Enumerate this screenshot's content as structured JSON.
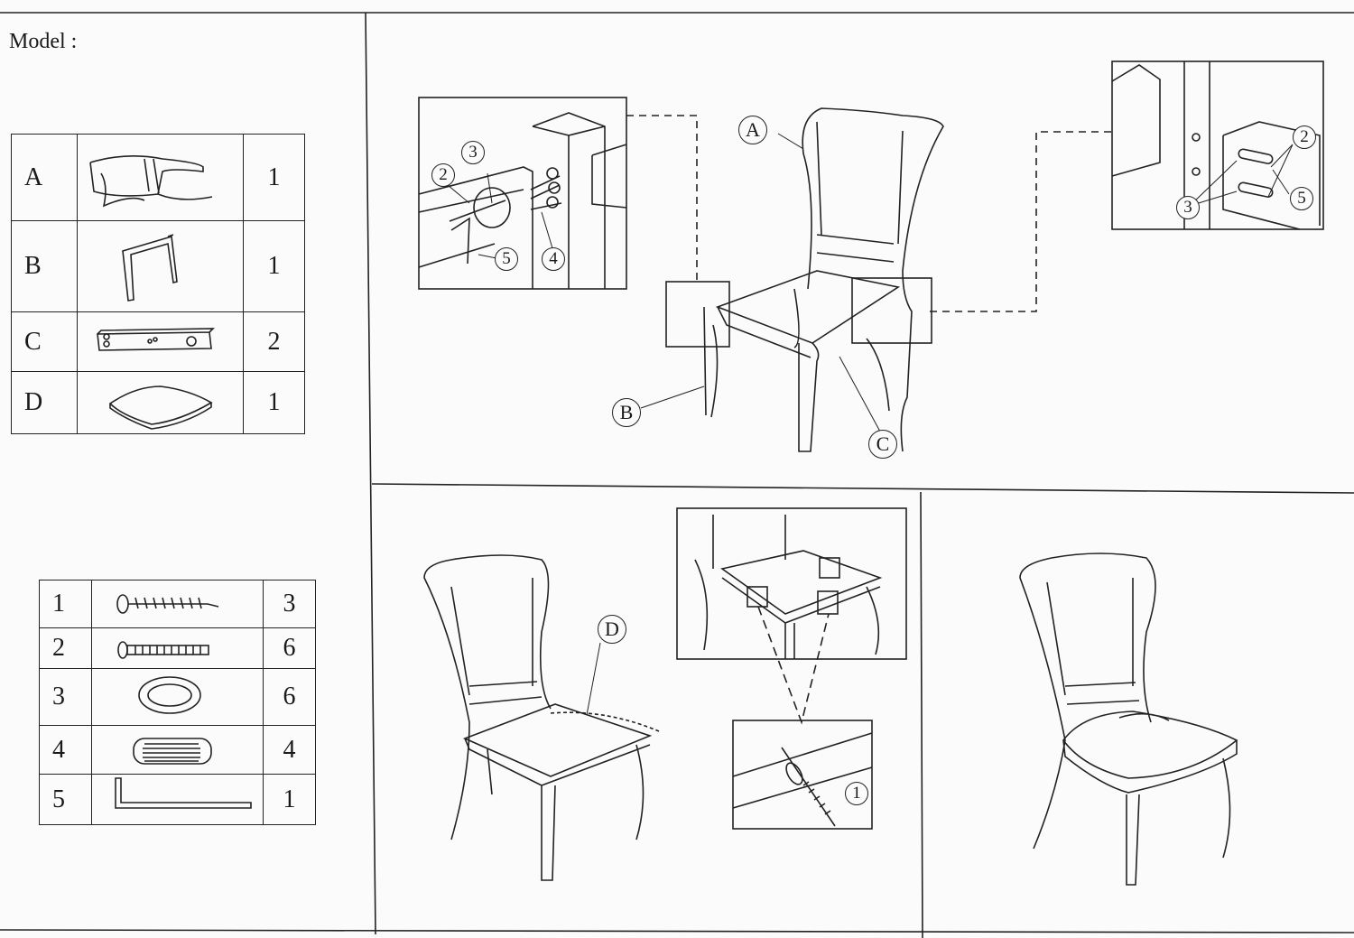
{
  "header": {
    "model_label": "Model :"
  },
  "parts": [
    {
      "letter": "A",
      "icon": "chair-back-frame",
      "qty": "1"
    },
    {
      "letter": "B",
      "icon": "front-leg-frame",
      "qty": "1"
    },
    {
      "letter": "C",
      "icon": "side-rail",
      "qty": "2"
    },
    {
      "letter": "D",
      "icon": "seat-cushion",
      "qty": "1"
    }
  ],
  "hardware": [
    {
      "num": "1",
      "icon": "wood-screw",
      "qty": "3"
    },
    {
      "num": "2",
      "icon": "bolt",
      "qty": "6"
    },
    {
      "num": "3",
      "icon": "spring-washer",
      "qty": "6"
    },
    {
      "num": "4",
      "icon": "barrel-nut",
      "qty": "4"
    },
    {
      "num": "5",
      "icon": "allen-key",
      "qty": "1"
    }
  ],
  "step1": {
    "callouts": {
      "a": "A",
      "b": "B",
      "c": "C"
    },
    "detail_left": {
      "n2": "2",
      "n3": "3",
      "n4": "4",
      "n5": "5"
    },
    "detail_right": {
      "n2": "2",
      "n3": "3",
      "n5": "5"
    }
  },
  "step2": {
    "callout_d": "D",
    "detail_screw": "1"
  }
}
